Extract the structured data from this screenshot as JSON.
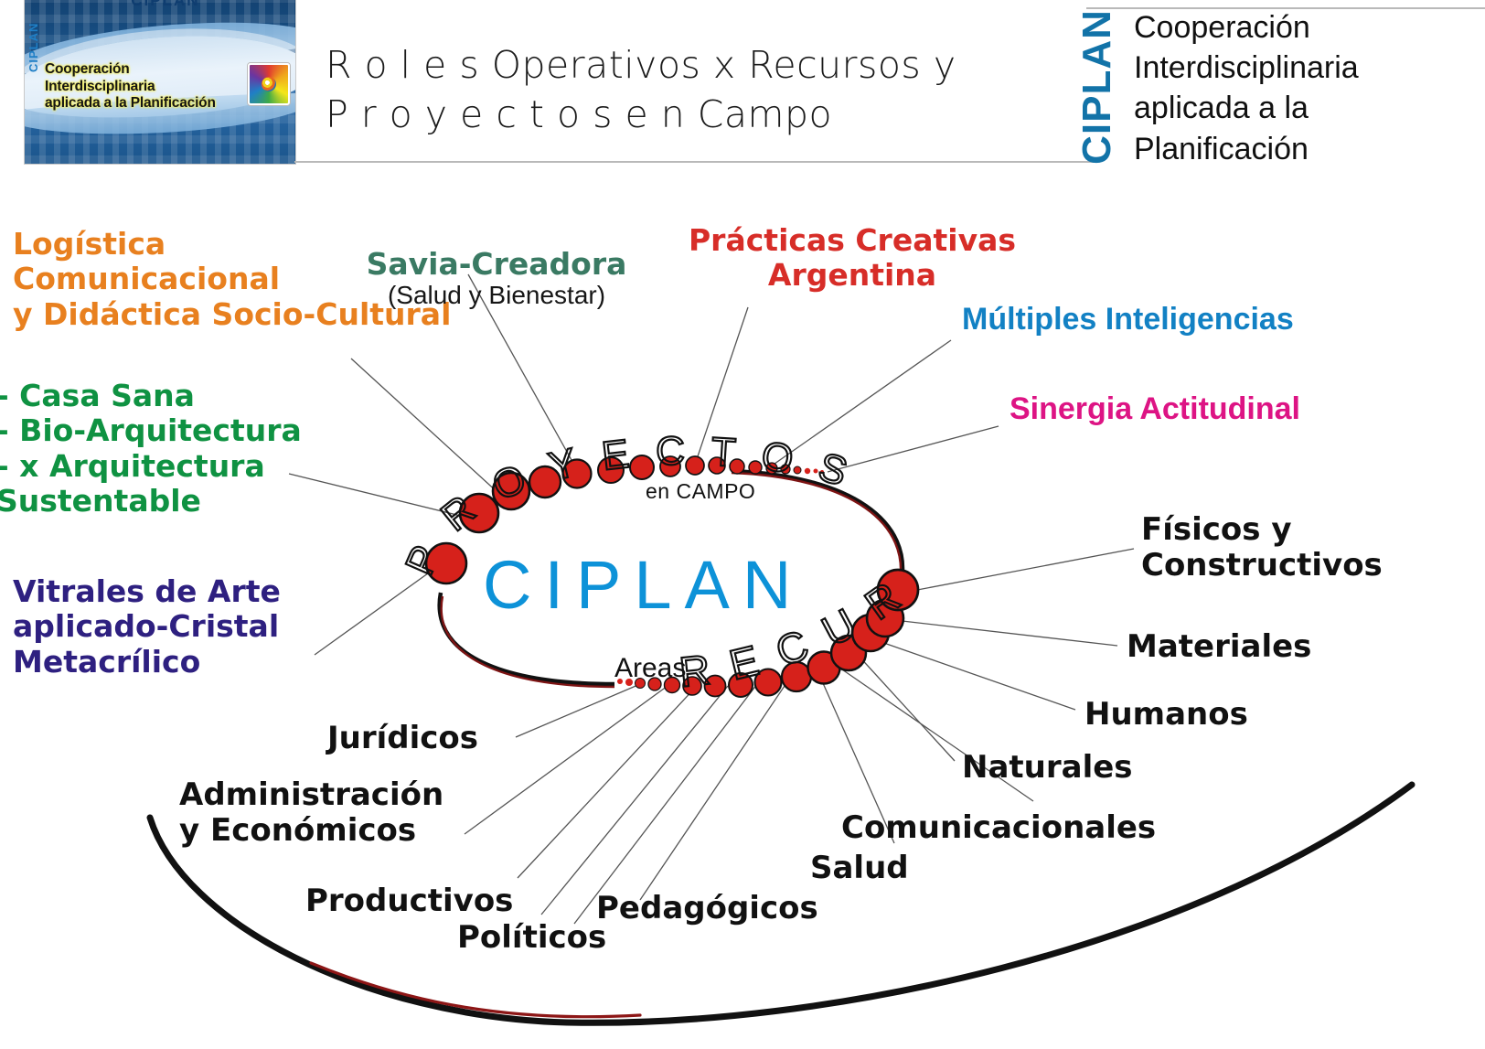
{
  "header": {
    "title_line1": "R o l e s   Operativos x Recursos y",
    "title_line2": "P r o y e c t o s   e n   Campo",
    "ciplan_vertical": "CIPLAN",
    "subtitle": "Cooperación\nInterdisciplinaria\naplicada a la\nPlanificación",
    "logo": {
      "top_label": "CIPLAN",
      "side_label": "CIPLAN",
      "band_text": "Cooperación Interdisciplinaria\naplicada a la Planificación"
    }
  },
  "center": {
    "brand": "CIPLAN",
    "upper_arc_text": "P R O Y E C T O S",
    "upper_arc_suffix": "en CAMPO",
    "lower_arc_prefix": "Areas",
    "lower_arc_text": "R E C U R S O S"
  },
  "labels": {
    "logistica": "Logística\nComunicacional\ny Didáctica Socio-Cultural",
    "casa_sana": "- Casa Sana\n- Bio-Arquitectura\n- x Arquitectura\n    Sustentable",
    "vitrales": "Vitrales de Arte\naplicado-Cristal\nMetacrílico",
    "savia": "Savia-Creadora",
    "savia_sub": "(Salud y Bienestar)",
    "practicas": "Prácticas Creativas\nArgentina",
    "multiples": "Múltiples Inteligencias",
    "sinergia": "Sinergia Actitudinal",
    "fisicos": "Físicos y\nConstructivos",
    "materiales": "Materiales",
    "humanos": "Humanos",
    "naturales": "Naturales",
    "comunicacionales": "Comunicacionales",
    "salud": "Salud",
    "pedagogicos": "Pedagógicos",
    "politicos": "Políticos",
    "productivos": "Productivos",
    "juridicos": "Jurídicos",
    "administracion": "Administración\ny Económicos"
  },
  "colors": {
    "orange": "#E8801F",
    "green": "#0F9242",
    "purple": "#2E2080",
    "teal": "#3A7A63",
    "red": "#D72D28",
    "blue": "#1281C4",
    "magenta": "#DD1484",
    "brand_blue": "#0D92D8",
    "dot_red": "#D6211B",
    "ciplan_logo_blue": "#1273A8"
  },
  "chart_data": {
    "type": "diagram",
    "title": "Roles Operativos x Recursos y Proyectos en Campo",
    "upper_branch": {
      "name": "PROYECTOS en CAMPO",
      "items": [
        "Logística Comunicacional y Didáctica Socio-Cultural",
        "Casa Sana / Bio-Arquitectura / x Arquitectura Sustentable",
        "Vitrales de Arte aplicado-Cristal Metacrílico",
        "Savia-Creadora (Salud y Bienestar)",
        "Prácticas Creativas Argentina",
        "Múltiples Inteligencias",
        "Sinergia Actitudinal"
      ]
    },
    "lower_branch": {
      "name": "Areas RECURSOS",
      "items": [
        "Físicos y Constructivos",
        "Materiales",
        "Humanos",
        "Naturales",
        "Comunicacionales",
        "Salud",
        "Pedagógicos",
        "Políticos",
        "Productivos",
        "Jurídicos",
        "Administración y Económicos"
      ]
    }
  }
}
